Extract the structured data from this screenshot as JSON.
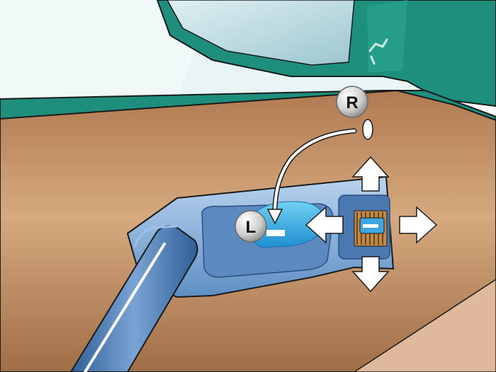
{
  "callouts": {
    "right_label": "R",
    "left_label": "L"
  },
  "arrows": {
    "directions": [
      "up",
      "down",
      "left",
      "right"
    ]
  },
  "icons": {
    "arrow": "white-block-arrow-icon",
    "callout": "grey-sphere-badge-icon",
    "switch": "ribbed-slider-switch-icon"
  },
  "colors": {
    "door_panel": "#b9865e",
    "door_trim": "#1f8f7d",
    "control_panel": "#8fb7e3",
    "switch_highlight": "#3fb6e6",
    "arrow_fill": "#ffffff",
    "badge": "#cfcfcf",
    "outline": "#1a1a1a"
  }
}
